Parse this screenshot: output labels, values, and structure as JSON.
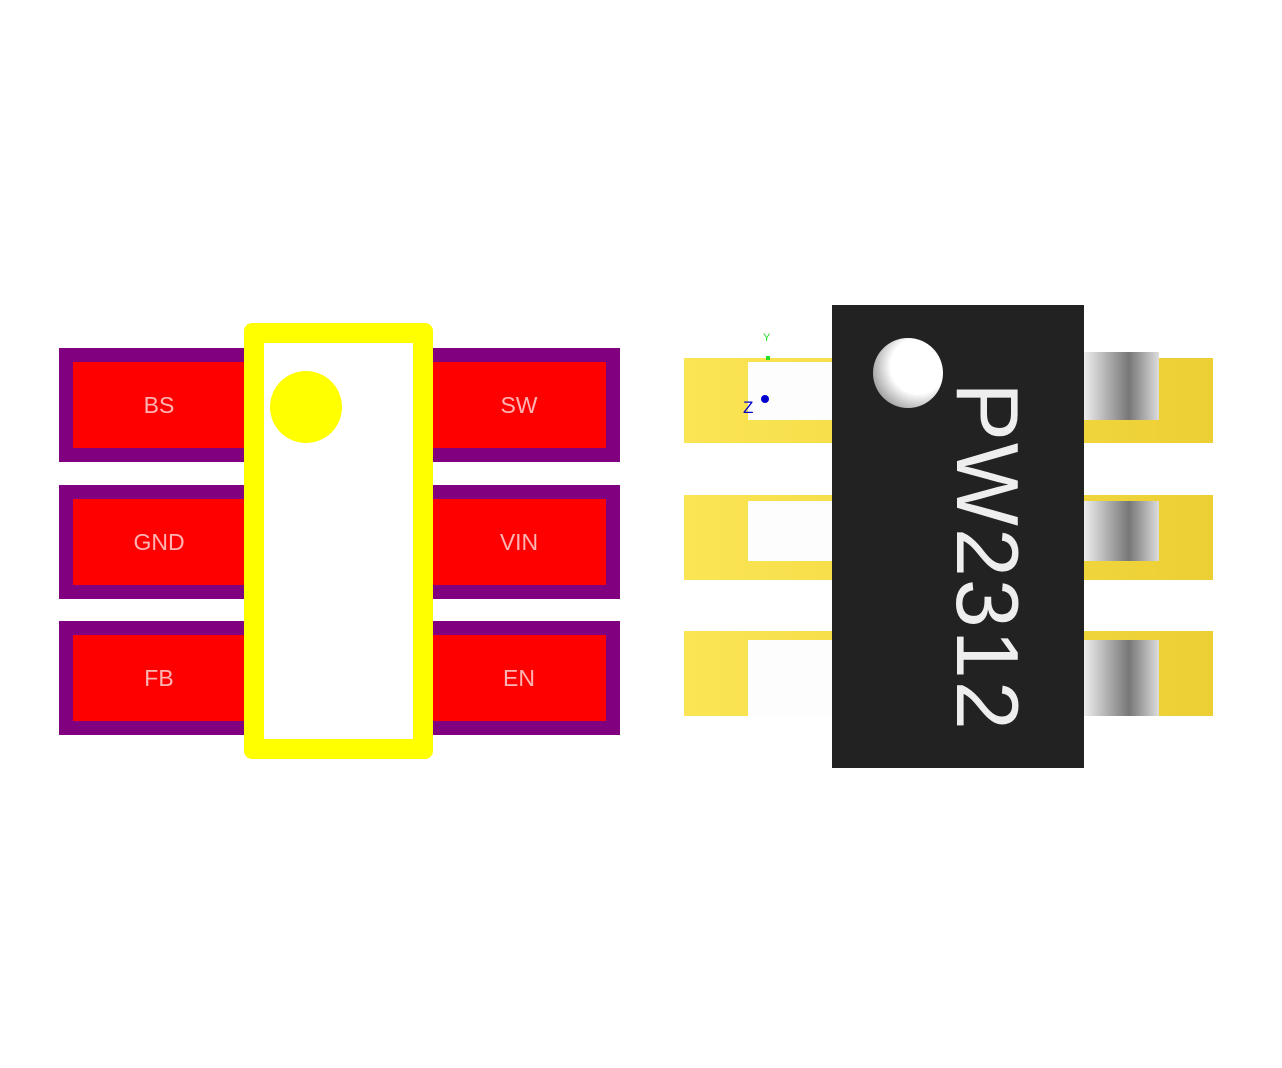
{
  "footprint": {
    "pads": [
      {
        "left": "BS",
        "right": "SW"
      },
      {
        "left": "GND",
        "right": "VIN"
      },
      {
        "left": "FB",
        "right": "EN"
      }
    ],
    "colors": {
      "pad": "#ff0000",
      "mask": "#800080",
      "silkscreen": "#ffff00"
    }
  },
  "model3d": {
    "part_number": "PW2312",
    "axis": {
      "y": "Y",
      "z": "Z"
    },
    "colors": {
      "body": "#222222",
      "pad": "#f4dc44"
    }
  }
}
